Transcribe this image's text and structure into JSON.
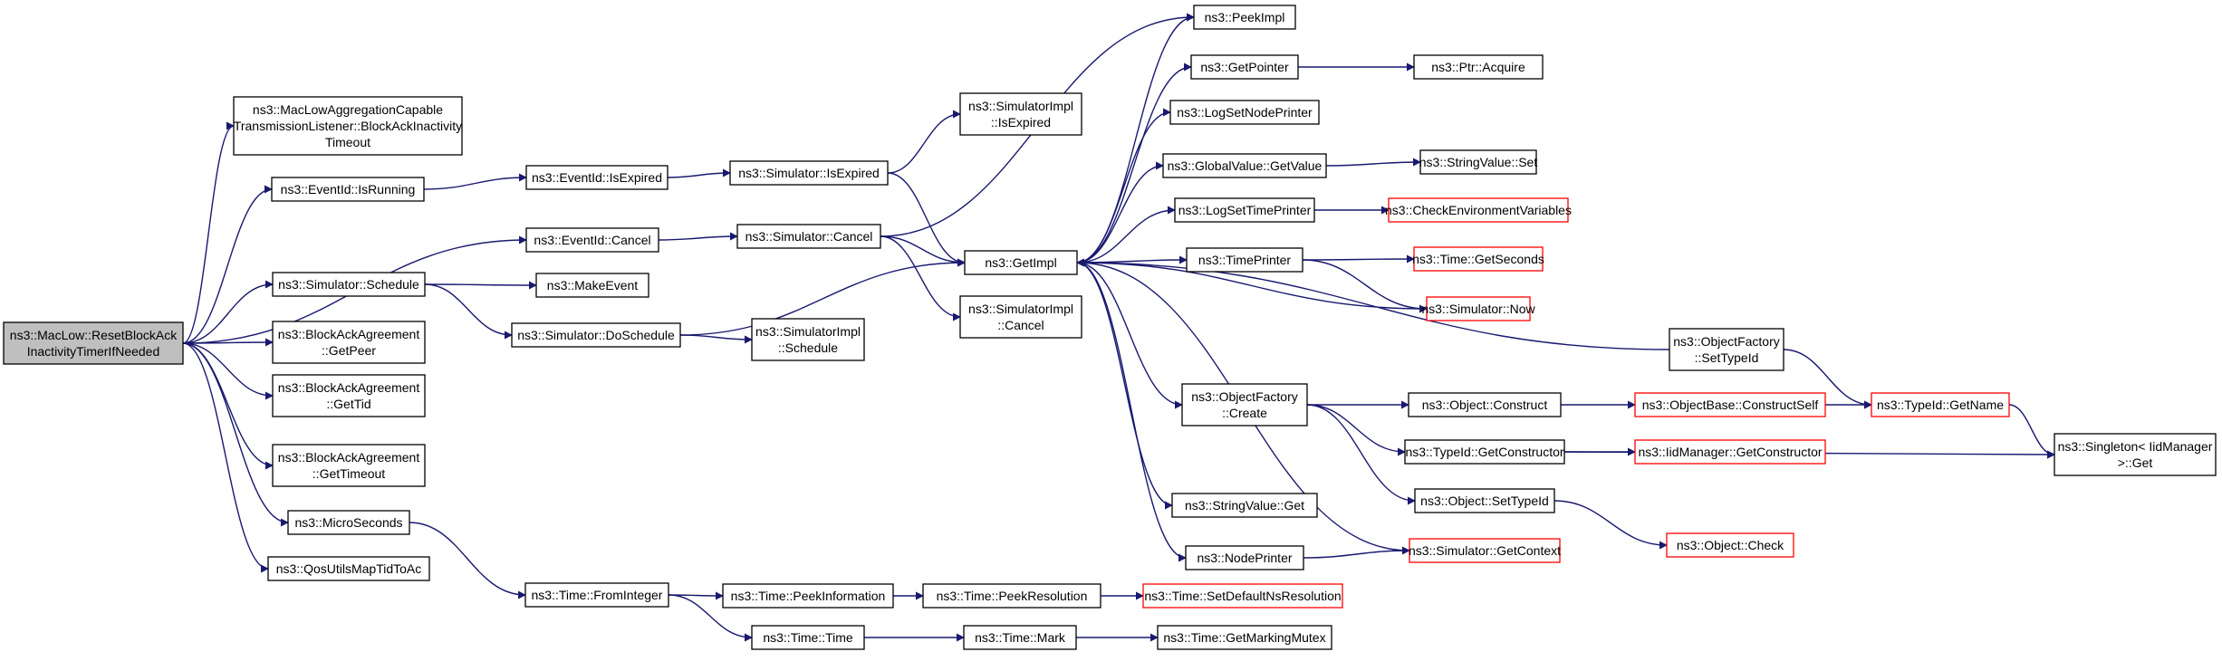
{
  "graph": {
    "edge_color": "#191970",
    "nodes": [
      {
        "id": "root",
        "lines": [
          "ns3::MacLow::ResetBlockAck",
          "InactivityTimerIfNeeded"
        ]
      },
      {
        "id": "mlatl",
        "lines": [
          "ns3::MacLowAggregationCapable",
          "TransmissionListener::BlockAckInactivity",
          "Timeout"
        ]
      },
      {
        "id": "eir",
        "lines": [
          "ns3::EventId::IsRunning"
        ]
      },
      {
        "id": "eic",
        "lines": [
          "ns3::EventId::Cancel"
        ]
      },
      {
        "id": "ss",
        "lines": [
          "ns3::Simulator::Schedule"
        ]
      },
      {
        "id": "bagp",
        "lines": [
          "ns3::BlockAckAgreement",
          "::GetPeer"
        ]
      },
      {
        "id": "bagtid",
        "lines": [
          "ns3::BlockAckAgreement",
          "::GetTid"
        ]
      },
      {
        "id": "bagto",
        "lines": [
          "ns3::BlockAckAgreement",
          "::GetTimeout"
        ]
      },
      {
        "id": "ms",
        "lines": [
          "ns3::MicroSeconds"
        ]
      },
      {
        "id": "qos",
        "lines": [
          "ns3::QosUtilsMapTidToAc"
        ]
      },
      {
        "id": "eie",
        "lines": [
          "ns3::EventId::IsExpired"
        ]
      },
      {
        "id": "me",
        "lines": [
          "ns3::MakeEvent"
        ]
      },
      {
        "id": "sds",
        "lines": [
          "ns3::Simulator::DoSchedule"
        ]
      },
      {
        "id": "tfi",
        "lines": [
          "ns3::Time::FromInteger"
        ]
      },
      {
        "id": "sie",
        "lines": [
          "ns3::Simulator::IsExpired"
        ]
      },
      {
        "id": "sc",
        "lines": [
          "ns3::Simulator::Cancel"
        ]
      },
      {
        "id": "sisch",
        "lines": [
          "ns3::SimulatorImpl",
          "::Schedule"
        ]
      },
      {
        "id": "tpi",
        "lines": [
          "ns3::Time::PeekInformation"
        ]
      },
      {
        "id": "tt",
        "lines": [
          "ns3::Time::Time"
        ]
      },
      {
        "id": "siie",
        "lines": [
          "ns3::SimulatorImpl",
          "::IsExpired"
        ]
      },
      {
        "id": "gi",
        "lines": [
          "ns3::GetImpl"
        ]
      },
      {
        "id": "sic",
        "lines": [
          "ns3::SimulatorImpl",
          "::Cancel"
        ]
      },
      {
        "id": "tpr",
        "lines": [
          "ns3::Time::PeekResolution"
        ]
      },
      {
        "id": "tm",
        "lines": [
          "ns3::Time::Mark"
        ]
      },
      {
        "id": "pi",
        "lines": [
          "ns3::PeekImpl"
        ]
      },
      {
        "id": "gp",
        "lines": [
          "ns3::GetPointer"
        ]
      },
      {
        "id": "lsnp",
        "lines": [
          "ns3::LogSetNodePrinter"
        ]
      },
      {
        "id": "gvgv",
        "lines": [
          "ns3::GlobalValue::GetValue"
        ]
      },
      {
        "id": "lstp",
        "lines": [
          "ns3::LogSetTimePrinter"
        ]
      },
      {
        "id": "tp",
        "lines": [
          "ns3::TimePrinter"
        ]
      },
      {
        "id": "ofc",
        "lines": [
          "ns3::ObjectFactory",
          "::Create"
        ]
      },
      {
        "id": "svg",
        "lines": [
          "ns3::StringValue::Get"
        ]
      },
      {
        "id": "np",
        "lines": [
          "ns3::NodePrinter"
        ]
      },
      {
        "id": "tsdnr",
        "lines": [
          "ns3::Time::SetDefaultNsResolution"
        ],
        "red": true
      },
      {
        "id": "tgmm",
        "lines": [
          "ns3::Time::GetMarkingMutex"
        ]
      },
      {
        "id": "pa",
        "lines": [
          "ns3::Ptr::Acquire"
        ]
      },
      {
        "id": "svs",
        "lines": [
          "ns3::StringValue::Set"
        ]
      },
      {
        "id": "cev",
        "lines": [
          "ns3::CheckEnvironmentVariables"
        ],
        "red": true
      },
      {
        "id": "tgs",
        "lines": [
          "ns3::Time::GetSeconds"
        ],
        "red": true
      },
      {
        "id": "sn",
        "lines": [
          "ns3::Simulator::Now"
        ],
        "red": true
      },
      {
        "id": "ofst",
        "lines": [
          "ns3::ObjectFactory",
          "::SetTypeId"
        ]
      },
      {
        "id": "oc",
        "lines": [
          "ns3::Object::Construct"
        ]
      },
      {
        "id": "tigc",
        "lines": [
          "ns3::TypeId::GetConstructor"
        ]
      },
      {
        "id": "ost",
        "lines": [
          "ns3::Object::SetTypeId"
        ]
      },
      {
        "id": "sgc",
        "lines": [
          "ns3::Simulator::GetContext"
        ],
        "red": true
      },
      {
        "id": "obcs",
        "lines": [
          "ns3::ObjectBase::ConstructSelf"
        ],
        "red": true
      },
      {
        "id": "imgc",
        "lines": [
          "ns3::IidManager::GetConstructor"
        ],
        "red": true
      },
      {
        "id": "ochk",
        "lines": [
          "ns3::Object::Check"
        ],
        "red": true
      },
      {
        "id": "tign",
        "lines": [
          "ns3::TypeId::GetName"
        ],
        "red": true
      },
      {
        "id": "sglm",
        "lines": [
          "ns3::Singleton< IidManager",
          " >::Get"
        ]
      }
    ],
    "edges": [
      [
        "root",
        "mlatl"
      ],
      [
        "root",
        "eir"
      ],
      [
        "root",
        "eic"
      ],
      [
        "root",
        "ss"
      ],
      [
        "root",
        "bagp"
      ],
      [
        "root",
        "bagtid"
      ],
      [
        "root",
        "bagto"
      ],
      [
        "root",
        "ms"
      ],
      [
        "root",
        "qos"
      ],
      [
        "eir",
        "eie"
      ],
      [
        "eie",
        "sie"
      ],
      [
        "sie",
        "siie"
      ],
      [
        "sie",
        "gi"
      ],
      [
        "eic",
        "sc"
      ],
      [
        "sc",
        "pi"
      ],
      [
        "sc",
        "gi"
      ],
      [
        "sc",
        "sic"
      ],
      [
        "ss",
        "me"
      ],
      [
        "ss",
        "sds"
      ],
      [
        "sds",
        "gi"
      ],
      [
        "sds",
        "sisch"
      ],
      [
        "ms",
        "tfi"
      ],
      [
        "tfi",
        "tpi"
      ],
      [
        "tfi",
        "tt"
      ],
      [
        "tpi",
        "tpr"
      ],
      [
        "tpr",
        "tsdnr"
      ],
      [
        "tt",
        "tm"
      ],
      [
        "tm",
        "tgmm"
      ],
      [
        "gi",
        "pi"
      ],
      [
        "gi",
        "gp"
      ],
      [
        "gi",
        "lsnp"
      ],
      [
        "gi",
        "gvgv"
      ],
      [
        "gi",
        "lstp"
      ],
      [
        "gi",
        "tp"
      ],
      [
        "gi",
        "ofc"
      ],
      [
        "gi",
        "svg"
      ],
      [
        "gi",
        "np"
      ],
      [
        "gp",
        "pa"
      ],
      [
        "gvgv",
        "svs"
      ],
      [
        "lstp",
        "cev"
      ],
      [
        "tp",
        "tgs"
      ],
      [
        "tp",
        "sn"
      ],
      [
        "ofc",
        "oc"
      ],
      [
        "ofc",
        "tigc"
      ],
      [
        "ofc",
        "ost"
      ],
      [
        "oc",
        "obcs"
      ],
      [
        "obcs",
        "tign"
      ],
      [
        "ofst",
        "tign"
      ],
      [
        "tign",
        "sglm"
      ],
      [
        "tigc",
        "imgc"
      ],
      [
        "tigc",
        "sglm"
      ],
      [
        "ost",
        "ochk"
      ],
      [
        "np",
        "sgc"
      ],
      [
        "sn",
        "gi"
      ],
      [
        "sgc",
        "gi"
      ],
      [
        "ofst",
        "gi"
      ]
    ]
  }
}
